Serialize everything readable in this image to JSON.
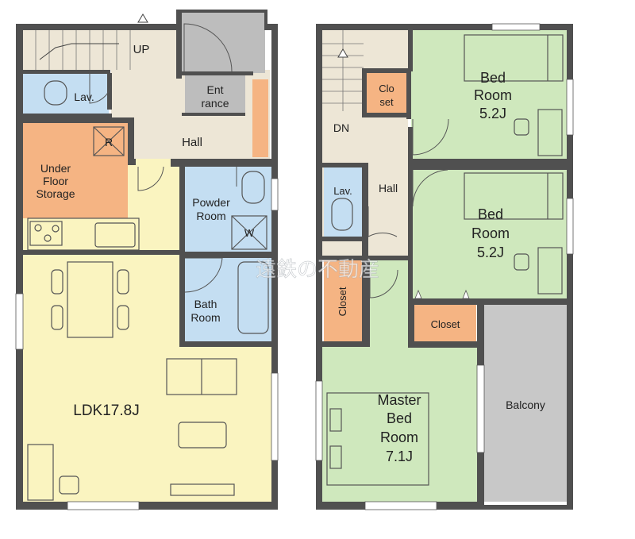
{
  "floor1": {
    "stairs_label": "UP",
    "lavatory_label": "Lav.",
    "entrance_label": [
      "Ent",
      "rance"
    ],
    "hall_label": "Hall",
    "storage_label": [
      "Under",
      "Floor",
      "Storage"
    ],
    "storage_marker": "R",
    "powder_room_label": [
      "Powder",
      "Room"
    ],
    "washer_marker": "W",
    "bath_room_label": [
      "Bath",
      "Room"
    ],
    "ldk_label": "LDK17.8J"
  },
  "floor2": {
    "stairs_label": "DN",
    "closet_small_label": [
      "Clo",
      "set"
    ],
    "bed_room_1_label": [
      "Bed",
      "Room",
      "5.2J"
    ],
    "lavatory_label": "Lav.",
    "hall_label": "Hall",
    "bed_room_2_label": [
      "Bed",
      "Room",
      "5.2J"
    ],
    "closet_left_label": "Closet",
    "closet_right_label": "Closet",
    "master_bed_room_label": [
      "Master",
      "Bed",
      "Room",
      "7.1J"
    ],
    "balcony_label": "Balcony"
  },
  "watermark_text": "遠鉄の不動産",
  "colors": {
    "ldk": "#faf4c0",
    "wet_area": "#c4def2",
    "hall": "#ede6d6",
    "storage": "#f5b483",
    "bedroom": "#cfe8bd",
    "balcony": "#c8c8c8",
    "wall": "#505050"
  }
}
